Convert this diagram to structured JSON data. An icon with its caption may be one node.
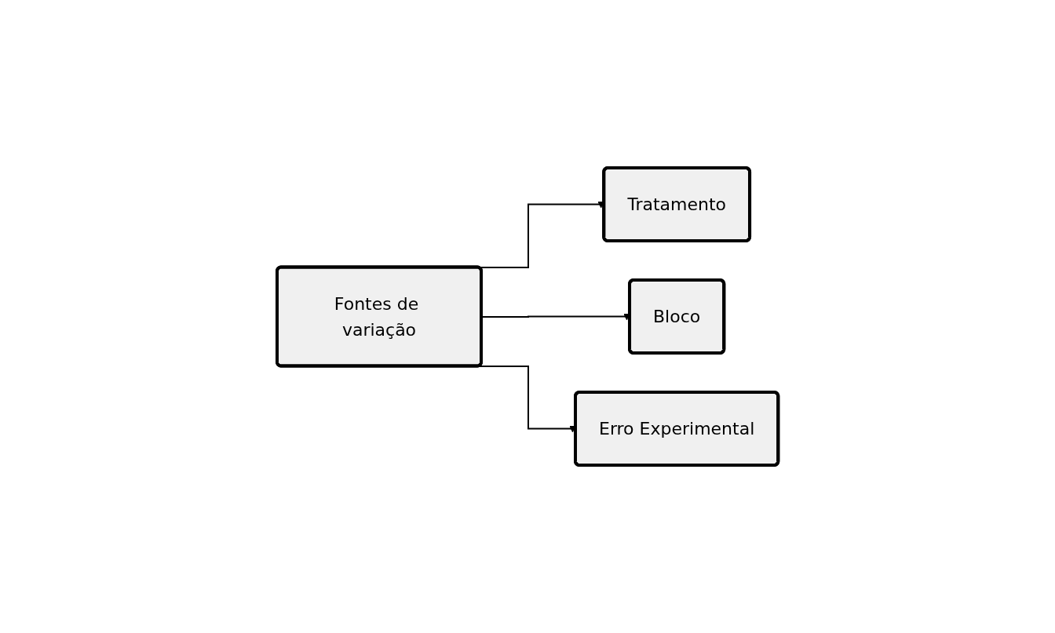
{
  "diagram": {
    "nodes": [
      {
        "text": [
          "Fontes de variação"
        ]
      },
      {
        "text": [
          "Tratamento"
        ]
      },
      {
        "text": [
          "Bloco"
        ]
      },
      {
        "text": [
          "Erro Experimental"
        ]
      }
    ],
    "edges": [
      {
        "from": 0,
        "to": 1,
        "arrow": "to"
      },
      {
        "from": 0,
        "to": 2,
        "arrow": "to"
      },
      {
        "from": 0,
        "to": 3,
        "arrow": "to"
      }
    ]
  }
}
